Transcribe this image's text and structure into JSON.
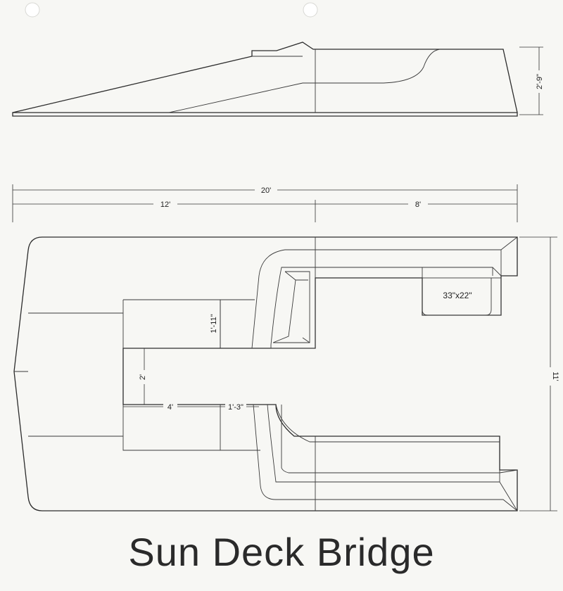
{
  "title": "Sun Deck Bridge",
  "dimensions": {
    "height": "2'-9\"",
    "overall_length": "20'",
    "front_length": "12'",
    "rear_length": "8'",
    "width": "11'",
    "hatch": "33\"x22\"",
    "notch_depth": "1'-11\"",
    "channel_width": "2'",
    "channel_length": "4'",
    "step_length": "1'-3\""
  },
  "colors": {
    "paper": "#f7f7f4",
    "ink": "#2c2c2c"
  }
}
